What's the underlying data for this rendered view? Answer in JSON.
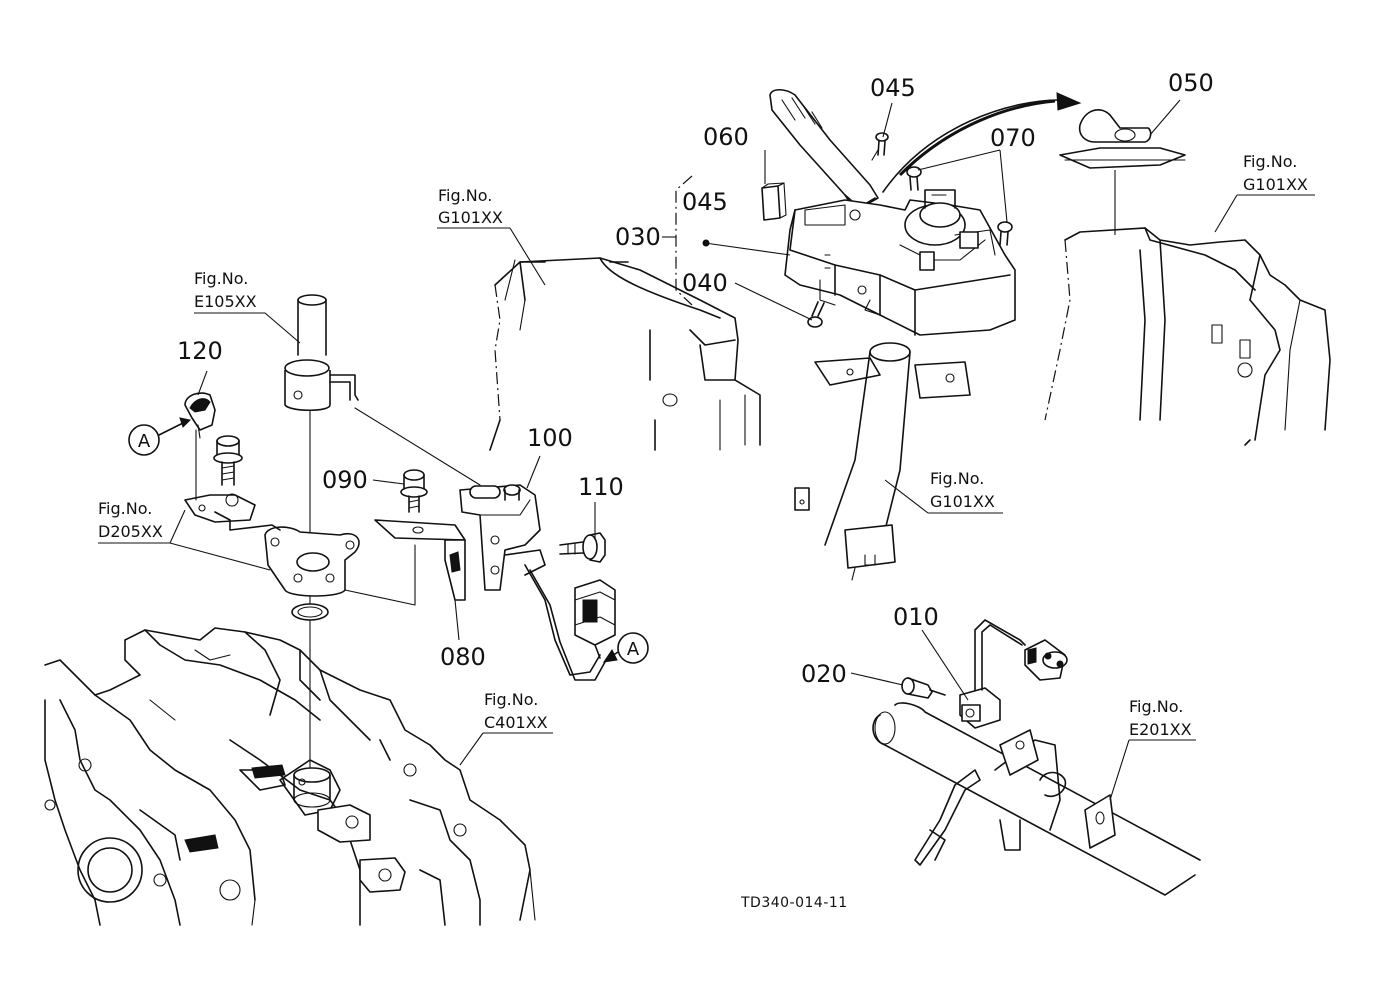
{
  "parts": {
    "p045a": "045",
    "p050": "050",
    "p060": "060",
    "p070": "070",
    "p045b": "045",
    "p030": "030",
    "p040": "040",
    "p120": "120",
    "p090": "090",
    "p100": "100",
    "p110": "110",
    "p080": "080",
    "p010": "010",
    "p020": "020"
  },
  "figrefs": {
    "g101_top_label": "Fig.No.",
    "g101_top_code": "G101XX",
    "g101_right_label": "Fig.No.",
    "g101_right_code": "G101XX",
    "g101_mid_label": "Fig.No.",
    "g101_mid_code": "G101XX",
    "e105_label": "Fig.No.",
    "e105_code": "E105XX",
    "d205_label": "Fig.No.",
    "d205_code": "D205XX",
    "c401_label": "Fig.No.",
    "c401_code": "C401XX",
    "e201_label": "Fig.No.",
    "e201_code": "E201XX"
  },
  "callouts": {
    "a_left": "A",
    "a_right": "A"
  },
  "drawing_code": "TD340-014-11"
}
